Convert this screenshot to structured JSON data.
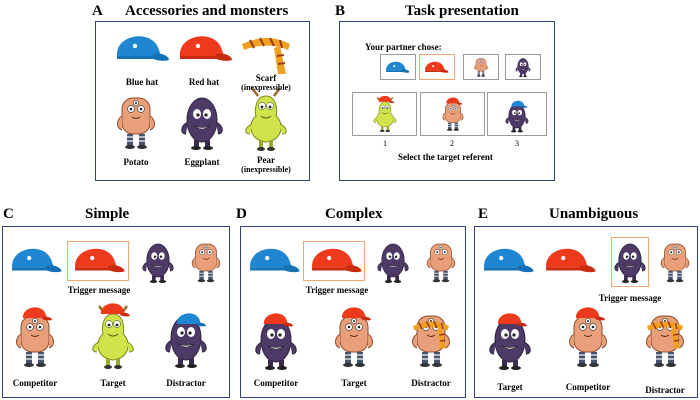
{
  "panelA": {
    "letter": "A",
    "title": "Accessories and monsters",
    "labels": {
      "blue_hat": "Blue hat",
      "red_hat": "Red hat",
      "scarf": "Scarf",
      "scarf_note": "(inexpressible)",
      "potato": "Potato",
      "eggplant": "Eggplant",
      "pear": "Pear",
      "pear_note": "(inexpressible)"
    }
  },
  "panelB": {
    "letter": "B",
    "title": "Task presentation",
    "partner_chose": "Your partner chose:",
    "numbers": [
      "1",
      "2",
      "3"
    ],
    "instruction": "Select the target referent"
  },
  "panelC": {
    "letter": "C",
    "title": "Simple",
    "trigger": "Trigger message",
    "bottom": [
      "Competitor",
      "Target",
      "Distractor"
    ]
  },
  "panelD": {
    "letter": "D",
    "title": "Complex",
    "trigger": "Trigger message",
    "bottom": [
      "Competitor",
      "Target",
      "Distractor"
    ]
  },
  "panelE": {
    "letter": "E",
    "title": "Unambiguous",
    "trigger": "Trigger message",
    "bottom": [
      "Target",
      "Competitor",
      "Distractor"
    ]
  },
  "colors": {
    "panel_border": "#2e4680",
    "highlight": "#f0a870",
    "blue_hat": "#1f87d2",
    "red_hat": "#ee3a1c",
    "potato": "#e9a07a",
    "eggplant": "#4d3a66",
    "pear": "#cfe34a",
    "scarf": "#f0a020"
  }
}
